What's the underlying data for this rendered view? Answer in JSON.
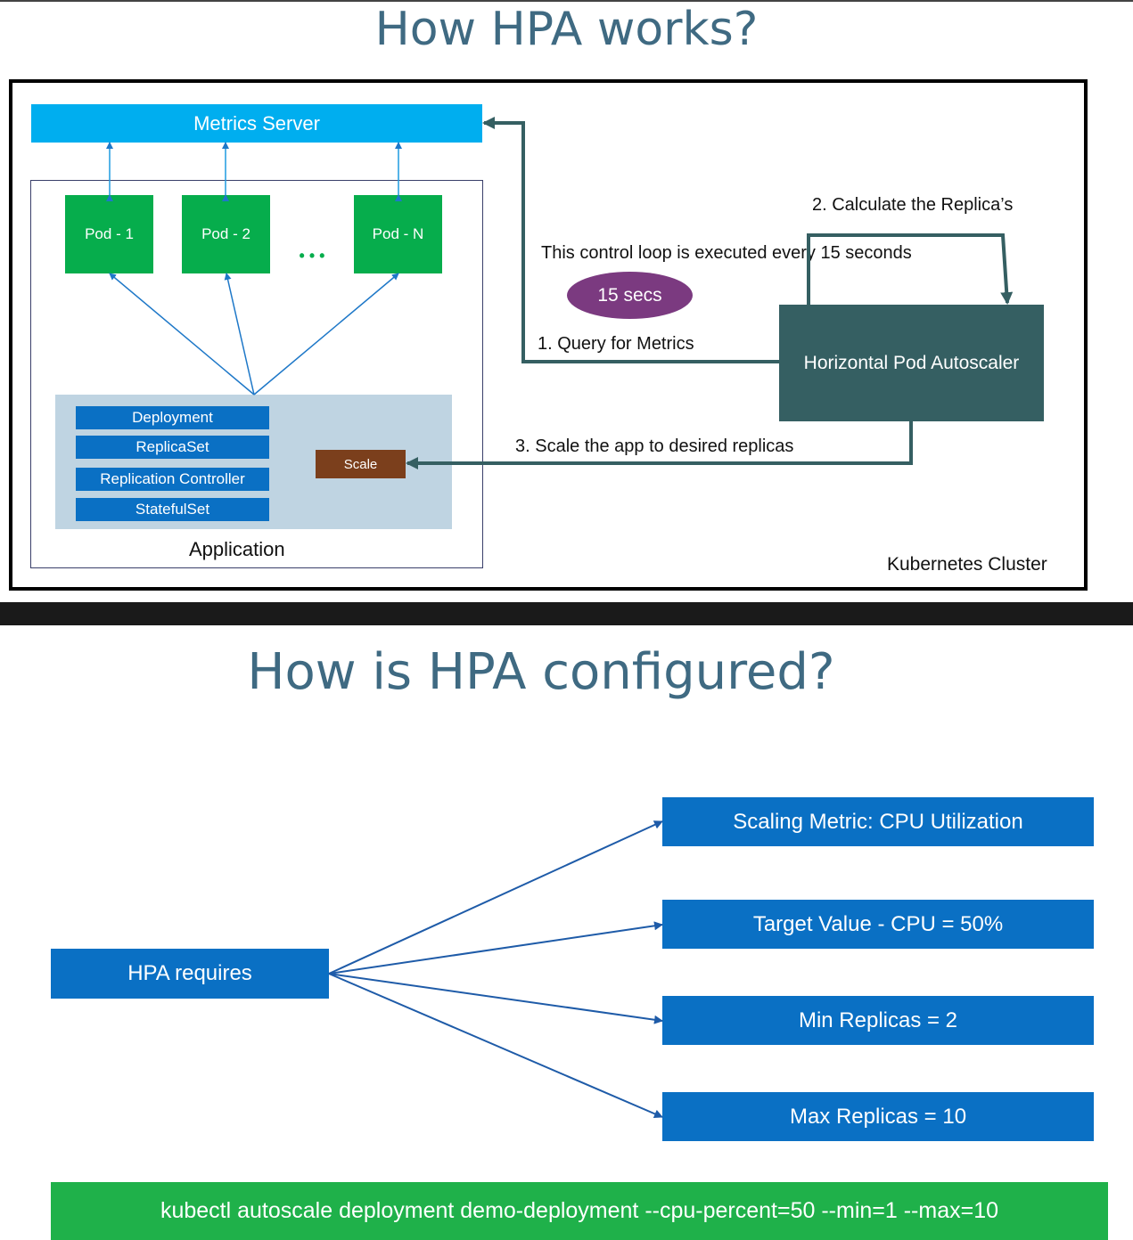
{
  "slide1": {
    "title": "How HPA works?",
    "metrics_server": "Metrics Server",
    "pods": [
      "Pod - 1",
      "Pod - 2",
      "Pod - N"
    ],
    "ellipsis": "• • •",
    "workloads": [
      "Deployment",
      "ReplicaSet",
      "Replication Controller",
      "StatefulSet"
    ],
    "scale": "Scale",
    "application": "Application",
    "cluster": "Kubernetes Cluster",
    "step1": "1. Query for Metrics",
    "step2": "2. Calculate the Replica’s",
    "step3": "3. Scale the app to desired replicas",
    "loop_note": "This control loop is executed every 15 seconds",
    "interval_badge": "15 secs",
    "hpa": "Horizontal Pod Autoscaler"
  },
  "slide2": {
    "title": "How is HPA configured?",
    "hpa_requires": "HPA requires",
    "requirements": [
      "Scaling Metric: CPU Utilization",
      "Target Value -  CPU = 50%",
      "Min Replicas = 2",
      "Max Replicas = 10"
    ],
    "command": "kubectl autoscale deployment demo-deployment  --cpu-percent=50 --min=1 --max=10"
  },
  "colors": {
    "title": "#3f6a82",
    "metrics_server": "#00aeef",
    "pod": "#06ad4c",
    "workload": "#0a70c4",
    "app_panel": "#bfd4e2",
    "scale": "#7b3f1c",
    "hpa": "#355f62",
    "badge": "#7b3a80",
    "command_bar": "#1fb14a"
  }
}
